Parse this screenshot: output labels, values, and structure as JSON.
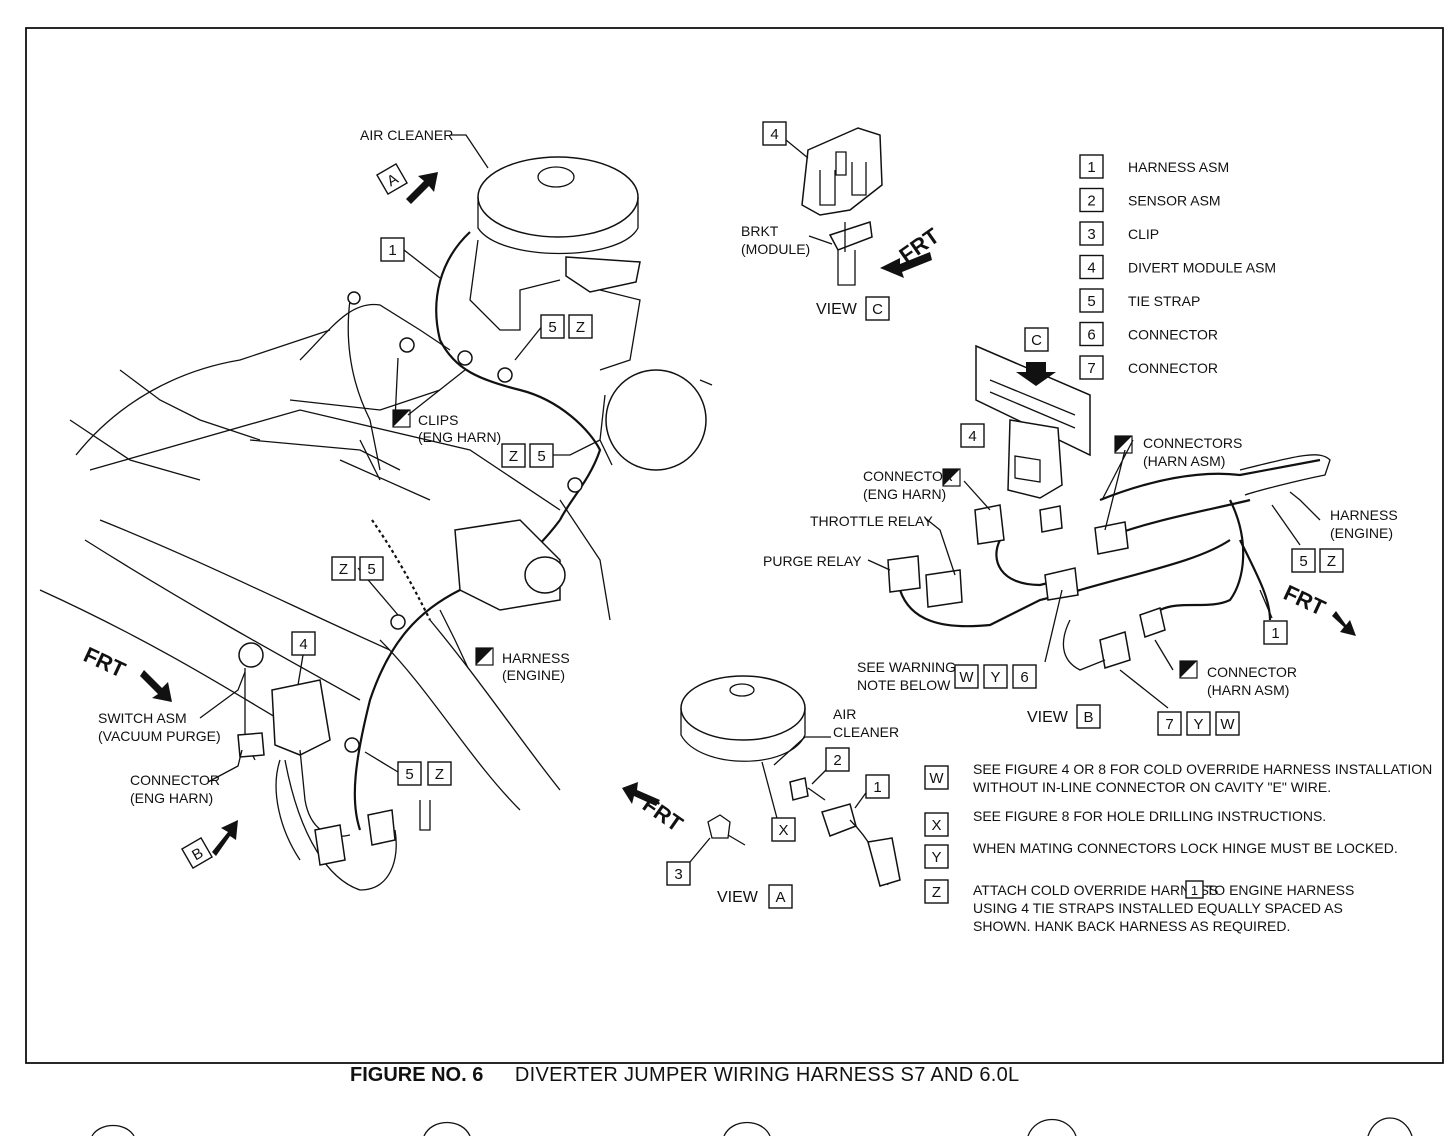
{
  "figure": {
    "number": "FIGURE NO. 6",
    "title": "DIVERTER JUMPER WIRING HARNESS S7 AND 6.0L"
  },
  "legend": [
    {
      "key": "1",
      "text": "HARNESS ASM"
    },
    {
      "key": "2",
      "text": "SENSOR ASM"
    },
    {
      "key": "3",
      "text": "CLIP"
    },
    {
      "key": "4",
      "text": "DIVERT MODULE ASM"
    },
    {
      "key": "5",
      "text": "TIE STRAP"
    },
    {
      "key": "6",
      "text": "CONNECTOR"
    },
    {
      "key": "7",
      "text": "CONNECTOR"
    }
  ],
  "notes": [
    {
      "key": "W",
      "lines": [
        "SEE FIGURE 4 OR 8 FOR COLD OVERRIDE HARNESS INSTALLATION",
        "WITHOUT IN-LINE CONNECTOR ON CAVITY \"E\" WIRE."
      ]
    },
    {
      "key": "X",
      "lines": [
        "SEE FIGURE 8 FOR HOLE DRILLING INSTRUCTIONS."
      ]
    },
    {
      "key": "Y",
      "lines": [
        "WHEN MATING CONNECTORS LOCK HINGE MUST BE LOCKED."
      ]
    },
    {
      "key": "Z",
      "lines": [
        "ATTACH COLD OVERRIDE HARNESS",
        "TO ENGINE HARNESS",
        "USING 4 TIE STRAPS INSTALLED EQUALLY SPACED AS",
        "SHOWN. HANK BACK HARNESS AS REQUIRED."
      ],
      "inline_ref": "1"
    }
  ],
  "labels": {
    "air_cleaner": "AIR CLEANER",
    "air_cleaner_a1": "AIR",
    "air_cleaner_a2": "CLEANER",
    "clips_1": "CLIPS",
    "clips_2": "(ENG HARN)",
    "harness_engine_1": "HARNESS",
    "harness_engine_2": "(ENGINE)",
    "switch_1": "SWITCH ASM",
    "switch_2": "(VACUUM PURGE)",
    "connector": "CONNECTOR",
    "eng_harn": "(ENG HARN)",
    "harn_asm": "(HARN ASM)",
    "connectors": "CONNECTORS",
    "throttle_relay": "THROTTLE RELAY",
    "purge_relay": "PURGE RELAY",
    "brkt_1": "BRKT",
    "brkt_2": "(MODULE)",
    "see_warning_1": "SEE WARNING",
    "see_warning_2": "NOTE BELOW",
    "frt": "FRT",
    "view": "VIEW"
  },
  "views": {
    "a": "A",
    "b": "B",
    "c": "C"
  },
  "callouts": {
    "one": "1",
    "two": "2",
    "three": "3",
    "four": "4",
    "five": "5",
    "six": "6",
    "seven": "7",
    "x": "X",
    "y": "Y",
    "z": "Z",
    "w": "W"
  }
}
